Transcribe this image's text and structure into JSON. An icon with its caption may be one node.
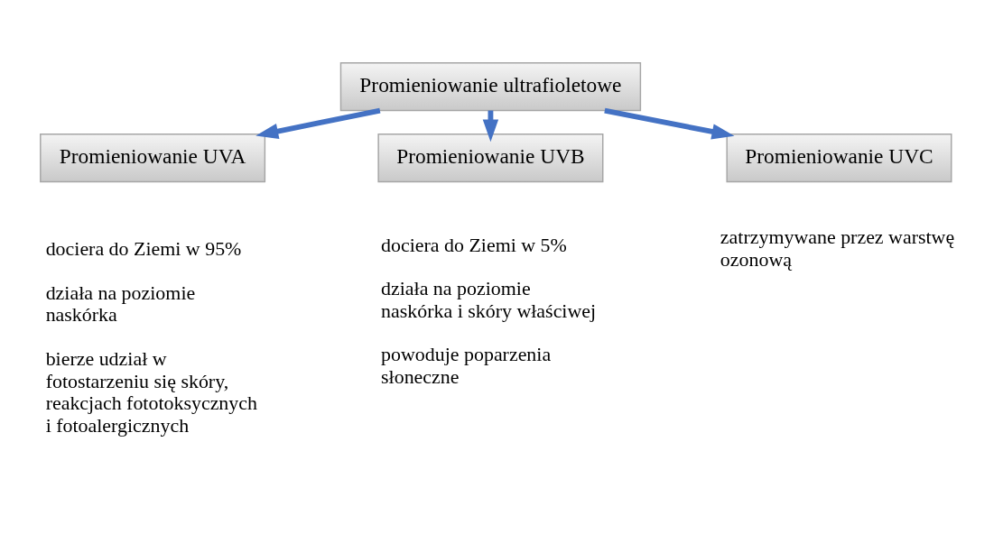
{
  "diagram": {
    "nodes": [
      {
        "text": [
          "Promieniowanie ultrafioletowe"
        ]
      },
      {
        "text": [
          "Promieniowanie UVA"
        ],
        "beside": [
          "dociera do Ziemi w 95%",
          "działa na poziomie naskórka",
          "bierze udział w fotostarzeniu się skóry, reakcjach fototoksycznych i fotoalergicznych"
        ]
      },
      {
        "text": [
          "Promieniowanie UVB"
        ],
        "beside": [
          "dociera do Ziemi w 5%",
          "działa na poziomie naskórka i skóry właściwej",
          "powoduje poparzenia słoneczne"
        ]
      },
      {
        "text": [
          "Promieniowanie UVC"
        ],
        "beside": [
          "zatrzymywane przez warstwę ozonową"
        ]
      }
    ],
    "edges": [
      {
        "from": 0,
        "to": 1,
        "arrow": "to"
      },
      {
        "from": 0,
        "to": 2,
        "arrow": "to"
      },
      {
        "from": 0,
        "to": 3,
        "arrow": "to"
      }
    ]
  }
}
